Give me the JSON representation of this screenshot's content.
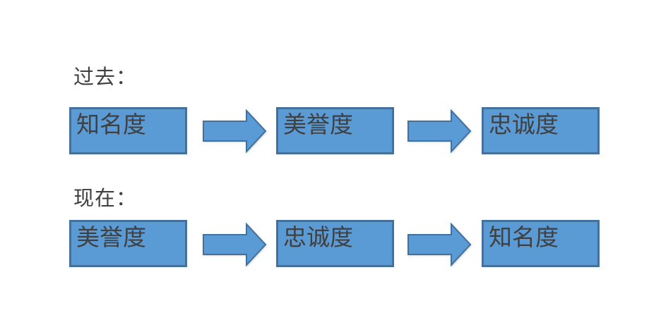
{
  "colors": {
    "box_fill": "#5b9bd5",
    "box_border": "#41719c",
    "text": "#404040",
    "background": "#ffffff"
  },
  "diagram": {
    "rows": [
      {
        "label": "过去：",
        "boxes": [
          {
            "text": "知名度"
          },
          {
            "text": "美誉度"
          },
          {
            "text": "忠诚度"
          }
        ]
      },
      {
        "label": "现在：",
        "boxes": [
          {
            "text": "美誉度"
          },
          {
            "text": "忠诚度"
          },
          {
            "text": "知名度"
          }
        ]
      }
    ],
    "connector": "right-arrow"
  }
}
